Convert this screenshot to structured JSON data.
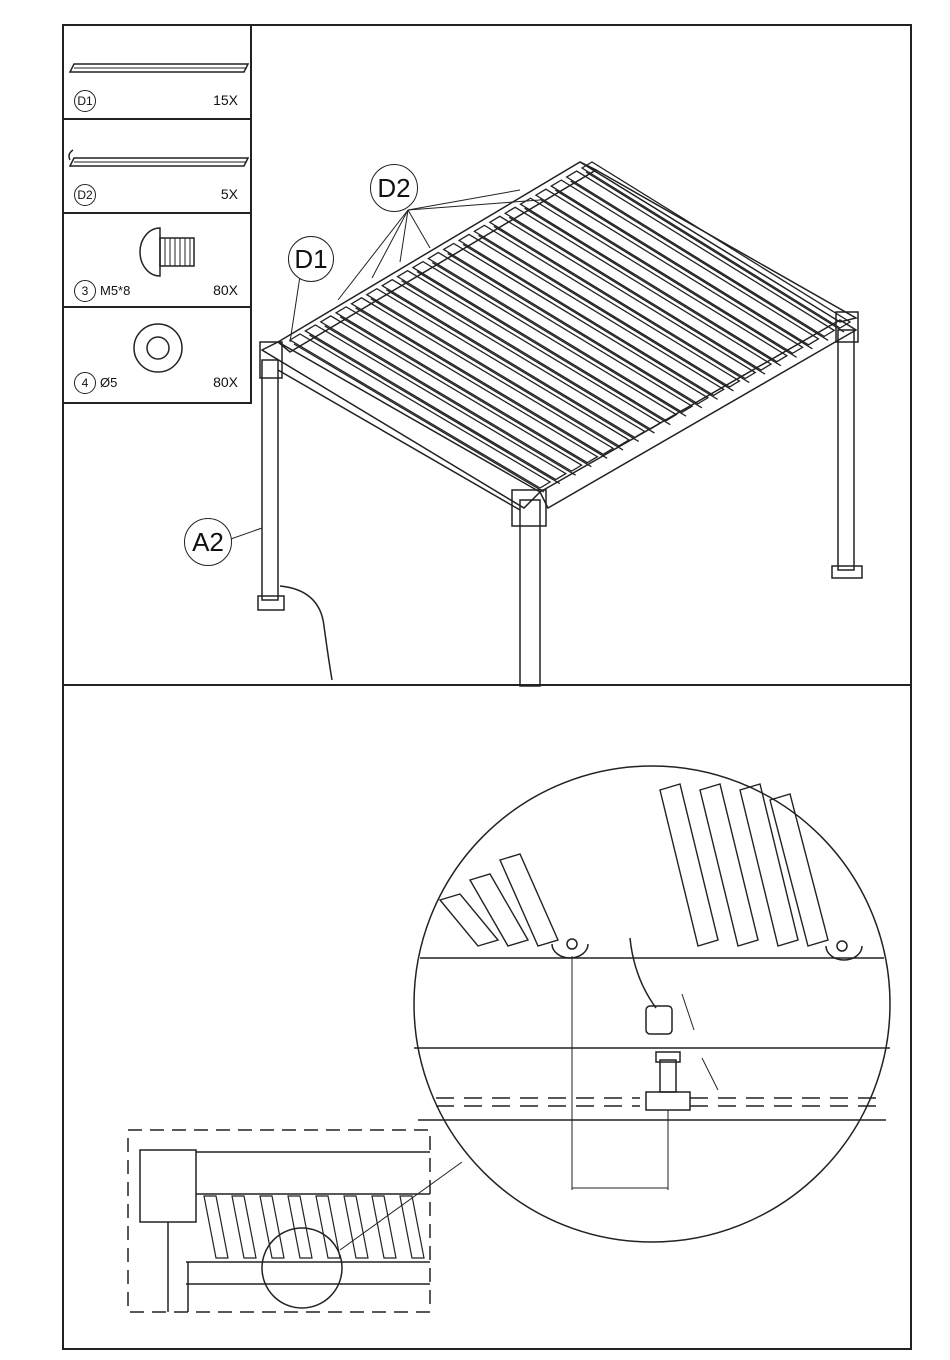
{
  "parts": [
    {
      "id": "D1",
      "size": "",
      "qty": "15X"
    },
    {
      "id": "D2",
      "size": "",
      "qty": "5X"
    },
    {
      "id": "3",
      "size": "M5*8",
      "qty": "80X"
    },
    {
      "id": "4",
      "size": "Ø5",
      "qty": "80X"
    }
  ],
  "callouts": {
    "d2": "D2",
    "d1": "D1",
    "a2": "A2"
  }
}
